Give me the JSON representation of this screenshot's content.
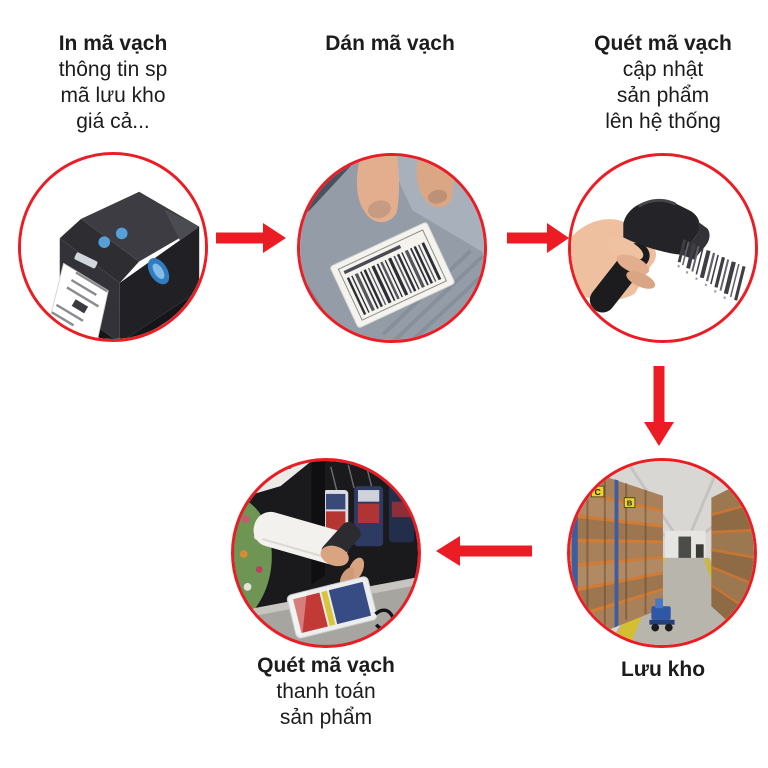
{
  "page": {
    "background": "#ffffff"
  },
  "colors": {
    "arrow": "#ec1c24",
    "ring": "#ec1c24",
    "text": "#1c1c1c",
    "bg": "#ffffff"
  },
  "steps": [
    {
      "id": "print",
      "title": "In mã vạch",
      "lines": [
        "thông tin sp",
        "mã lưu kho",
        "giá cả..."
      ],
      "image": "barcode-label-printer"
    },
    {
      "id": "stick",
      "title": "Dán mã vạch",
      "lines": [],
      "image": "finger-pressing-barcode-label"
    },
    {
      "id": "scan-update",
      "title": "Quét mã vạch",
      "lines": [
        "cập nhật",
        "sản phẩm",
        "lên hệ thống"
      ],
      "image": "handheld-barcode-scanner"
    },
    {
      "id": "store",
      "title": "Lưu kho",
      "lines": [],
      "image": "warehouse-aisle-racks"
    },
    {
      "id": "scan-pay",
      "title": "Quét mã vạch",
      "lines": [
        "thanh toán",
        "sản phẩm"
      ],
      "image": "checkout-product-scanning"
    }
  ],
  "arrows": [
    {
      "from": "print",
      "to": "stick",
      "direction": "right"
    },
    {
      "from": "stick",
      "to": "scan-update",
      "direction": "right"
    },
    {
      "from": "scan-update",
      "to": "store",
      "direction": "down"
    },
    {
      "from": "store",
      "to": "scan-pay",
      "direction": "left"
    }
  ]
}
